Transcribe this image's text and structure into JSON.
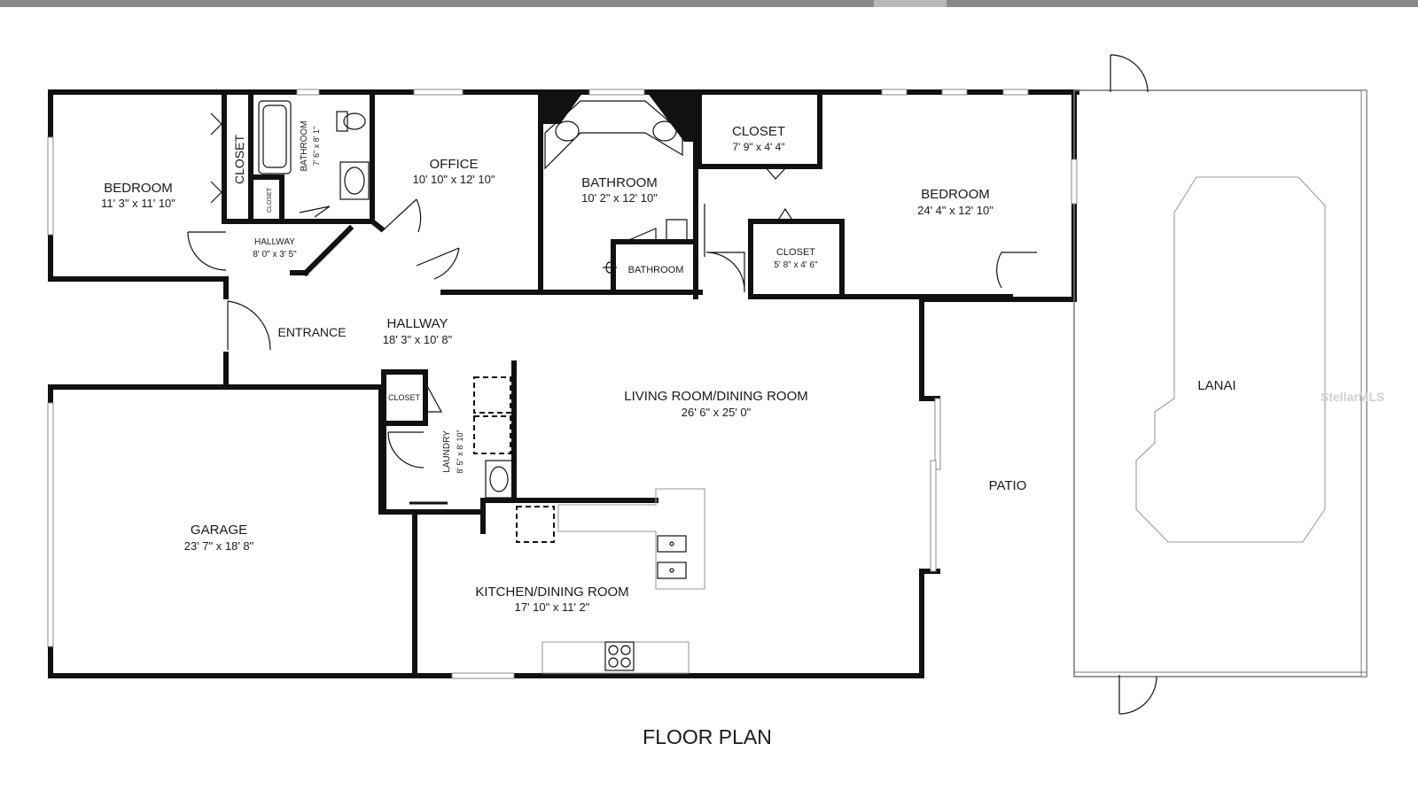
{
  "plan_title": "FLOOR PLAN",
  "watermark": "StellarMLS",
  "rooms": {
    "bedroom_left": {
      "name": "BEDROOM",
      "size": "11' 3\" x 11' 10\""
    },
    "closet_left": {
      "name": "CLOSET"
    },
    "bath_small": {
      "name": "BATHROOM",
      "size": "7' 6\" x 8' 1\""
    },
    "closet_small": {
      "name": "CLOSET"
    },
    "hallway_small": {
      "name": "HALLWAY",
      "size": "8' 0\" x 3' 5\""
    },
    "office": {
      "name": "OFFICE",
      "size": "10' 10\" x 12' 10\""
    },
    "bath_main": {
      "name": "BATHROOM",
      "size": "10' 2\" x 12' 10\""
    },
    "bath_half": {
      "name": "BATHROOM"
    },
    "closet_top": {
      "name": "CLOSET",
      "size": "7' 9\" x 4' 4\""
    },
    "closet_mid": {
      "name": "CLOSET",
      "size": "5' 8\" x 4' 6\""
    },
    "bedroom_right": {
      "name": "BEDROOM",
      "size": "24' 4\" x 12' 10\""
    },
    "entrance": {
      "name": "ENTRANCE"
    },
    "hallway_main": {
      "name": "HALLWAY",
      "size": "18' 3\" x 10' 8\""
    },
    "living": {
      "name": "LIVING ROOM/DINING ROOM",
      "size": "26' 6\" x 25' 0\""
    },
    "closet_laundry": {
      "name": "CLOSET"
    },
    "laundry": {
      "name": "LAUNDRY",
      "size": "8' 5\" x 8' 10\""
    },
    "garage": {
      "name": "GARAGE",
      "size": "23' 7\" x 18' 8\""
    },
    "kitchen": {
      "name": "KITCHEN/DINING ROOM",
      "size": "17' 10\" x 11' 2\""
    },
    "patio": {
      "name": "PATIO"
    },
    "lanai": {
      "name": "LANAI"
    }
  }
}
